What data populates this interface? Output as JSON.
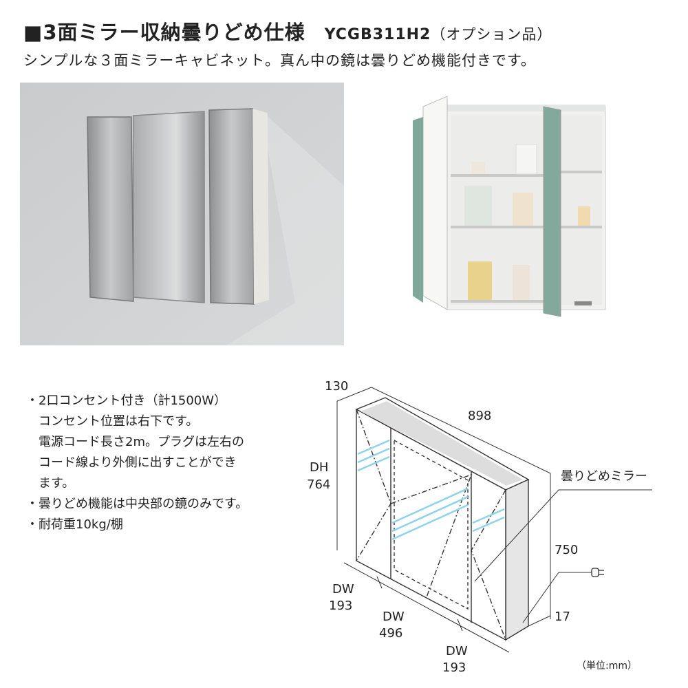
{
  "header": {
    "title": "■3面ミラー収納曇りどめ仕様",
    "model": "YCGB311H2",
    "option": "（オプション品）",
    "subtitle": "シンプルな３面ミラーキャビネット。真ん中の鏡は曇りどめ機能付きです。"
  },
  "notes": [
    "・2口コンセント付き（計1500W）",
    "コンセント位置は右下です。",
    "電源コード長さ2m。プラグは左右の",
    "コード線より外側に出すことができ",
    "ます。",
    "・曇りどめ機能は中央部の鏡のみです。",
    "・耐荷重10kg/棚"
  ],
  "diagram": {
    "depth": "130",
    "width": "898",
    "dh_label": "DH",
    "dh_value": "764",
    "height": "750",
    "bottom": "17",
    "dw_left_label": "DW",
    "dw_left_value": "193",
    "dw_center_label": "DW",
    "dw_center_value": "496",
    "dw_right_label": "DW",
    "dw_right_value": "193",
    "mirror_label": "曇りどめミラー",
    "unit": "（単位:mm）"
  }
}
